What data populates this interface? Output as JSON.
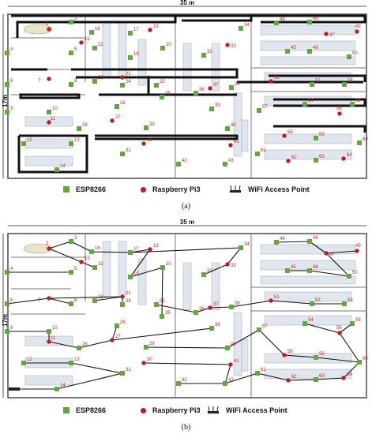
{
  "panels": [
    {
      "id": "a",
      "caption": "(a)",
      "width_label": "35 m",
      "height_label": "17m",
      "show_links": false
    },
    {
      "id": "b",
      "caption": "(b)",
      "width_label": "35 m",
      "height_label": "17m",
      "show_links": true
    }
  ],
  "legend": {
    "esp_label": "ESP8266",
    "pi_label": "Raspberry Pi3",
    "ap_label": "WiFi Access Point"
  },
  "colors": {
    "esp": "#63a83a",
    "pi": "#c31b1b",
    "label": "#d21e1e",
    "wall": "#111111",
    "desk": "#dfe6ee"
  },
  "nodes": [
    {
      "id": "2",
      "kind": "pi"
    },
    {
      "id": "3",
      "kind": "esp"
    },
    {
      "id": "4",
      "kind": "esp"
    },
    {
      "id": "5",
      "kind": "esp"
    },
    {
      "id": "6",
      "kind": "esp"
    },
    {
      "id": "7",
      "kind": "pi"
    },
    {
      "id": "8",
      "kind": "esp"
    },
    {
      "id": "9",
      "kind": "esp"
    },
    {
      "id": "10",
      "kind": "esp"
    },
    {
      "id": "11",
      "kind": "pi"
    },
    {
      "id": "12",
      "kind": "esp"
    },
    {
      "id": "13",
      "kind": "esp"
    },
    {
      "id": "14",
      "kind": "esp"
    },
    {
      "id": "15",
      "kind": "pi"
    },
    {
      "id": "16",
      "kind": "esp"
    },
    {
      "id": "17",
      "kind": "esp"
    },
    {
      "id": "18",
      "kind": "esp"
    },
    {
      "id": "19",
      "kind": "pi"
    },
    {
      "id": "20",
      "kind": "esp"
    },
    {
      "id": "21",
      "kind": "pi"
    },
    {
      "id": "22",
      "kind": "esp"
    },
    {
      "id": "23",
      "kind": "esp"
    },
    {
      "id": "24",
      "kind": "esp"
    },
    {
      "id": "25",
      "kind": "esp"
    },
    {
      "id": "26",
      "kind": "esp"
    },
    {
      "id": "27",
      "kind": "pi"
    },
    {
      "id": "28",
      "kind": "esp"
    },
    {
      "id": "29",
      "kind": "esp"
    },
    {
      "id": "30",
      "kind": "pi"
    },
    {
      "id": "31",
      "kind": "esp"
    },
    {
      "id": "32",
      "kind": "esp"
    },
    {
      "id": "33",
      "kind": "pi"
    },
    {
      "id": "34",
      "kind": "esp"
    },
    {
      "id": "35",
      "kind": "esp"
    },
    {
      "id": "36",
      "kind": "esp"
    },
    {
      "id": "37",
      "kind": "pi"
    },
    {
      "id": "38",
      "kind": "esp"
    },
    {
      "id": "39",
      "kind": "esp"
    },
    {
      "id": "40",
      "kind": "esp"
    },
    {
      "id": "41",
      "kind": "pi"
    },
    {
      "id": "42",
      "kind": "esp"
    },
    {
      "id": "43",
      "kind": "esp"
    },
    {
      "id": "44",
      "kind": "esp"
    },
    {
      "id": "45",
      "kind": "esp"
    },
    {
      "id": "46",
      "kind": "esp"
    },
    {
      "id": "47",
      "kind": "pi"
    },
    {
      "id": "48",
      "kind": "esp"
    },
    {
      "id": "49",
      "kind": "pi"
    },
    {
      "id": "50",
      "kind": "esp"
    },
    {
      "id": "51",
      "kind": "pi"
    },
    {
      "id": "52",
      "kind": "esp"
    },
    {
      "id": "53",
      "kind": "esp"
    },
    {
      "id": "54",
      "kind": "esp"
    },
    {
      "id": "55",
      "kind": "esp"
    },
    {
      "id": "56",
      "kind": "pi"
    },
    {
      "id": "57",
      "kind": "esp"
    },
    {
      "id": "58",
      "kind": "pi"
    },
    {
      "id": "59",
      "kind": "esp"
    },
    {
      "id": "60",
      "kind": "esp"
    },
    {
      "id": "61",
      "kind": "esp"
    },
    {
      "id": "62",
      "kind": "pi"
    },
    {
      "id": "63",
      "kind": "esp"
    },
    {
      "id": "64",
      "kind": "pi"
    }
  ],
  "links": [
    [
      "2",
      "3"
    ],
    [
      "3",
      "16"
    ],
    [
      "2",
      "15"
    ],
    [
      "15",
      "22"
    ],
    [
      "4",
      "5"
    ],
    [
      "6",
      "7"
    ],
    [
      "7",
      "8"
    ],
    [
      "7",
      "21"
    ],
    [
      "9",
      "10"
    ],
    [
      "10",
      "11"
    ],
    [
      "11",
      "28"
    ],
    [
      "12",
      "13"
    ],
    [
      "14",
      "31"
    ],
    [
      "14",
      "AP"
    ],
    [
      "16",
      "17"
    ],
    [
      "17",
      "19"
    ],
    [
      "19",
      "18"
    ],
    [
      "18",
      "20"
    ],
    [
      "21",
      "23"
    ],
    [
      "24",
      "21"
    ],
    [
      "25",
      "36"
    ],
    [
      "26",
      "27"
    ],
    [
      "27",
      "28"
    ],
    [
      "29",
      "40"
    ],
    [
      "30",
      "41"
    ],
    [
      "31",
      "13"
    ],
    [
      "33",
      "32"
    ],
    [
      "33",
      "34"
    ],
    [
      "34",
      "17"
    ],
    [
      "36",
      "37"
    ],
    [
      "37",
      "38"
    ],
    [
      "38",
      "51"
    ],
    [
      "39",
      "27"
    ],
    [
      "40",
      "57"
    ],
    [
      "41",
      "43"
    ],
    [
      "42",
      "43"
    ],
    [
      "43",
      "61"
    ],
    [
      "44",
      "46"
    ],
    [
      "46",
      "47"
    ],
    [
      "47",
      "49"
    ],
    [
      "45",
      "48"
    ],
    [
      "48",
      "50"
    ],
    [
      "50",
      "47"
    ],
    [
      "51",
      "52"
    ],
    [
      "52",
      "53"
    ],
    [
      "54",
      "56"
    ],
    [
      "55",
      "56"
    ],
    [
      "56",
      "60"
    ],
    [
      "57",
      "58"
    ],
    [
      "58",
      "59"
    ],
    [
      "59",
      "60"
    ],
    [
      "61",
      "62"
    ],
    [
      "62",
      "63"
    ],
    [
      "63",
      "64"
    ],
    [
      "64",
      "60"
    ],
    [
      "20",
      "35"
    ]
  ]
}
